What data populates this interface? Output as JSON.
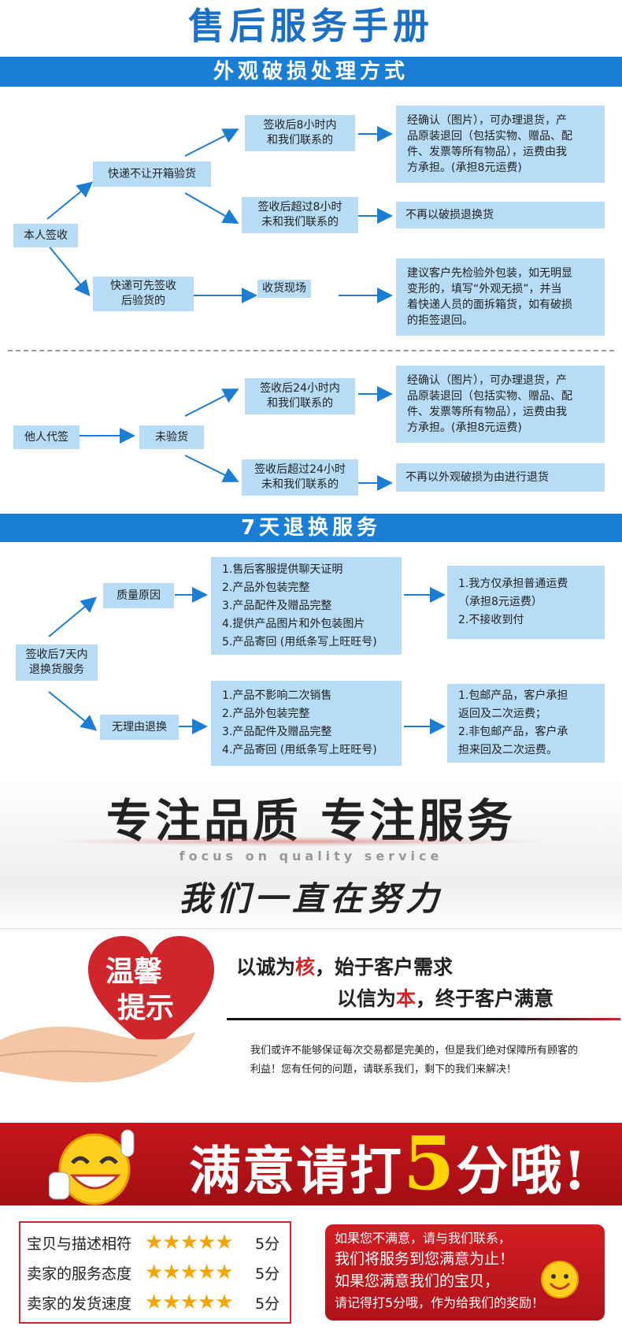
{
  "title": "售后服务手册",
  "section1": {
    "band": "外观破损处理方式",
    "nodes": {
      "self_sign": "本人签收",
      "no_open": "快递不让开箱验货",
      "inspect_first": [
        "快递可先签收",
        "后验货的"
      ],
      "contact_8h": [
        "签收后8小时内",
        "和我们联系的"
      ],
      "over_8h": [
        "签收后超过8小时",
        "未和我们联系的"
      ],
      "onsite": "收货现场",
      "result_confirm": [
        "经确认（图片），可办理退货，产",
        "品原装退回（包括实物、赠品、配",
        "件、发票等所有物品），运费由我",
        "方承担。(承担8元运费)"
      ],
      "result_no": "不再以破损退换货",
      "result_advice": [
        "建议客户先检验外包装，如无明显",
        "变形的，填写“外观无损”，并当",
        "着快递人员的面拆箱货，如有破损",
        "的拒签退回。"
      ]
    }
  },
  "section2": {
    "nodes": {
      "proxy_sign": "他人代签",
      "not_inspected": "未验货",
      "contact_24h": [
        "签收后24小时内",
        "和我们联系的"
      ],
      "over_24h": [
        "签收后超过24小时",
        "未和我们联系的"
      ],
      "result_confirm": [
        "经确认（图片），可办理退货，产",
        "品原装退回（包括实物、赠品、配",
        "件、发票等所有物品），运费由我",
        "方承担。(承担8元运费)"
      ],
      "result_no": "不再以外观破损为由进行退货"
    }
  },
  "section3": {
    "band": "7天退换服务",
    "nodes": {
      "root": [
        "签收后7天内",
        "退换货服务"
      ],
      "quality": "质量原因",
      "no_reason": "无理由退换",
      "quality_list": [
        "1.售后客服提供聊天证明",
        "2.产品外包装完整",
        "3.产品配件及赠品完整",
        "4.提供产品图片和外包装图片",
        "5.产品寄回 (用纸条写上旺旺号)"
      ],
      "quality_result": [
        "1.我方仅承担普通运费",
        "（承担8元运费）",
        "2.不接收到付"
      ],
      "noreason_list": [
        "1.产品不影响二次销售",
        "2.产品外包装完整",
        "3.产品配件及赠品完整",
        "4.产品寄回 (用纸条写上旺旺号)"
      ],
      "noreason_result": [
        "1.包邮产品，客户承担",
        "返回及二次运费；",
        "2.非包邮产品，客户承",
        "担来回及二次运费。"
      ]
    }
  },
  "slogan": {
    "main": "专注品质  专注服务",
    "sub": "focus on quality service",
    "effort": "我们一直在努力"
  },
  "tip": {
    "heart_line1": "温馨",
    "heart_line2": "提示",
    "l1_a": "以诚为",
    "l1_b": "核",
    "l1_c": "，始于客户需求",
    "l2_a": "以信为",
    "l2_b": "本",
    "l2_c": "，终于客户满意",
    "small": "我们或许不能够保证每次交易都是完美的，但是我们绝对保障所有顾客的利益！您有任何的问题，请联系我们，剩下的我们来解决！"
  },
  "rating": {
    "a": "满意请打",
    "b": "5",
    "c": "分哦!",
    "rows": [
      {
        "label": "宝贝与描述相符",
        "stars": "★★★★★",
        "value": "5分"
      },
      {
        "label": "卖家的服务态度",
        "stars": "★★★★★",
        "value": "5分"
      },
      {
        "label": "卖家的发货速度",
        "stars": "★★★★★",
        "value": "5分"
      }
    ],
    "card": [
      "如果您不满意，请与我们联系，",
      "我们将服务到您满意为止！",
      "如果您满意我们的宝贝，",
      "请记得打5分哦，作为给我们的奖励！"
    ]
  },
  "colors": {
    "brand_blue": "#1a7fd4",
    "box_blue": "#b7dcf6",
    "accent_red": "#d0252a",
    "star": "#f6a400"
  }
}
